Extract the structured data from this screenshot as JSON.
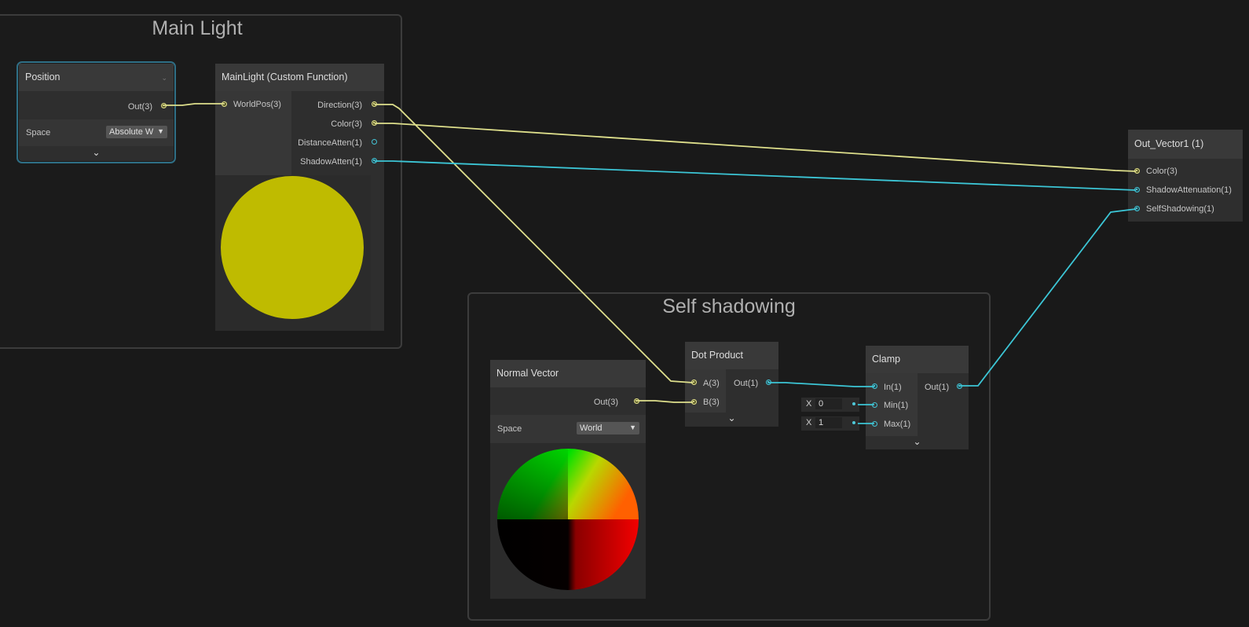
{
  "groups": {
    "main_light": {
      "title": "Main Light"
    },
    "self_shadowing": {
      "title": "Self shadowing"
    }
  },
  "nodes": {
    "position": {
      "title": "Position",
      "output": "Out(3)",
      "space_label": "Space",
      "space_value": "Absolute W"
    },
    "main_light": {
      "title": "MainLight (Custom Function)",
      "input": "WorldPos(3)",
      "outputs": {
        "direction": "Direction(3)",
        "color": "Color(3)",
        "distance": "DistanceAtten(1)",
        "shadow": "ShadowAtten(1)"
      },
      "preview_color": "#bfbb00"
    },
    "out_vector": {
      "title": "Out_Vector1 (1)",
      "inputs": {
        "color": "Color(3)",
        "shadow": "ShadowAttenuation(1)",
        "self": "SelfShadowing(1)"
      }
    },
    "normal_vector": {
      "title": "Normal Vector",
      "output": "Out(3)",
      "space_label": "Space",
      "space_value": "World"
    },
    "dot_product": {
      "title": "Dot Product",
      "inputs": {
        "a": "A(3)",
        "b": "B(3)"
      },
      "output": "Out(1)"
    },
    "clamp": {
      "title": "Clamp",
      "inputs": {
        "in": "In(1)",
        "min": "Min(1)",
        "max": "Max(1)"
      },
      "output": "Out(1)",
      "min_field": {
        "axis": "X",
        "value": "0"
      },
      "max_field": {
        "axis": "X",
        "value": "1"
      }
    }
  },
  "colors": {
    "vector_wire": "#dfe08c",
    "float_wire": "#3cc6d6",
    "background": "#191919",
    "node_body": "#2e2e2e",
    "node_header": "#393939",
    "selection": "#2f6f86"
  },
  "icons": {
    "expand": "chevron-down-icon",
    "dropdown": "triangle-down-icon"
  }
}
